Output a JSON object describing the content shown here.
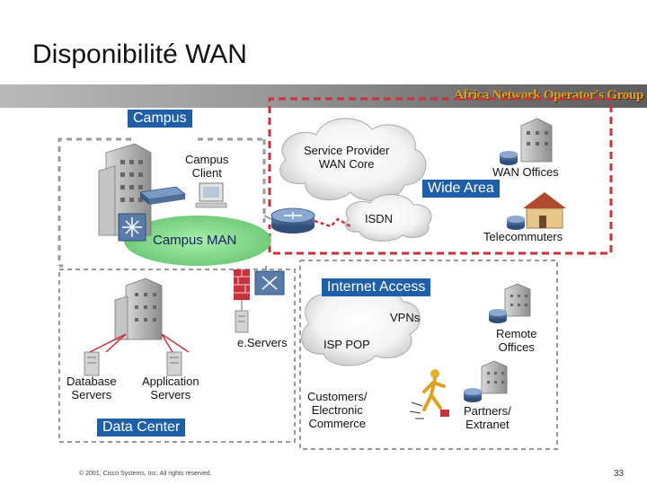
{
  "slide": {
    "title": "Disponibilité WAN",
    "logo_text": "Africa Network Operator's Group",
    "footer": "© 2001, Cisco Systems, Inc. All rights reserved.",
    "page_number": "33"
  },
  "labels": {
    "campus": "Campus",
    "campus_client": "Campus\nClient",
    "service_provider_wan_core": "Service Provider\nWAN Core",
    "wan_offices": "WAN Offices",
    "wide_area": "Wide Area",
    "isdn": "ISDN",
    "campus_man": "Campus MAN",
    "telecommuters": "Telecommuters",
    "internet_access": "Internet Access",
    "vpns": "VPNs",
    "e_servers": "e.Servers",
    "isp_pop": "ISP POP",
    "remote_offices": "Remote\nOffices",
    "database_servers": "Database\nServers",
    "application_servers": "Application\nServers",
    "customers_electronic_commerce": "Customers/\nElectronic\nCommerce",
    "partners_extranet": "Partners/\nExtranet",
    "data_center": "Data Center"
  },
  "colors": {
    "blue_label": "#1f5fa8",
    "red_dashed": "#c8323c",
    "gray_dashed": "#888888",
    "campus_man_green": "#86d88a"
  }
}
